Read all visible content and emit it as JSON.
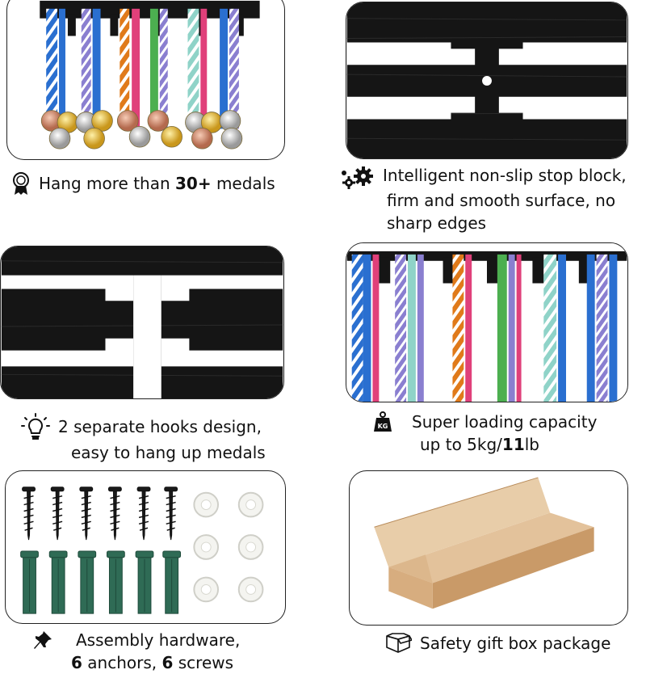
{
  "features": [
    {
      "line1_pre": "Hang more than ",
      "line1_bold": "30+",
      "line1_post": " medals",
      "icon": "medal-icon"
    },
    {
      "line1": "Intelligent non-slip stop block,",
      "line2": "firm and smooth surface, no",
      "line3": "sharp edges",
      "icon": "gears-icon"
    },
    {
      "line1": "2 separate hooks design,",
      "line2": "easy to hang up medals",
      "icon": "lightbulb-icon"
    },
    {
      "line1": "Super loading capacity",
      "line2_pre": "up to 5kg/",
      "line2_bold": "11",
      "line2_post": "lb",
      "icon": "weight-icon",
      "icon_text": "KG"
    },
    {
      "line1": "Assembly hardware,",
      "line2_bold_a": "6",
      "line2_mid": " anchors, ",
      "line2_bold_b": "6",
      "line2_post": " screws",
      "icon": "pushpin-icon"
    },
    {
      "line1": "Safety gift box package",
      "icon": "box-icon"
    }
  ],
  "colors": {
    "wood": "#151515",
    "ribbon_blue": "#2a6fd0",
    "ribbon_teal": "#8fd3c8",
    "ribbon_orange": "#e07a1a",
    "ribbon_green": "#4caf50",
    "ribbon_pink": "#e0407a",
    "ribbon_purple": "#8a7fd0",
    "anchor_green": "#2f6b55",
    "box_kraft": "#d9b48a"
  }
}
